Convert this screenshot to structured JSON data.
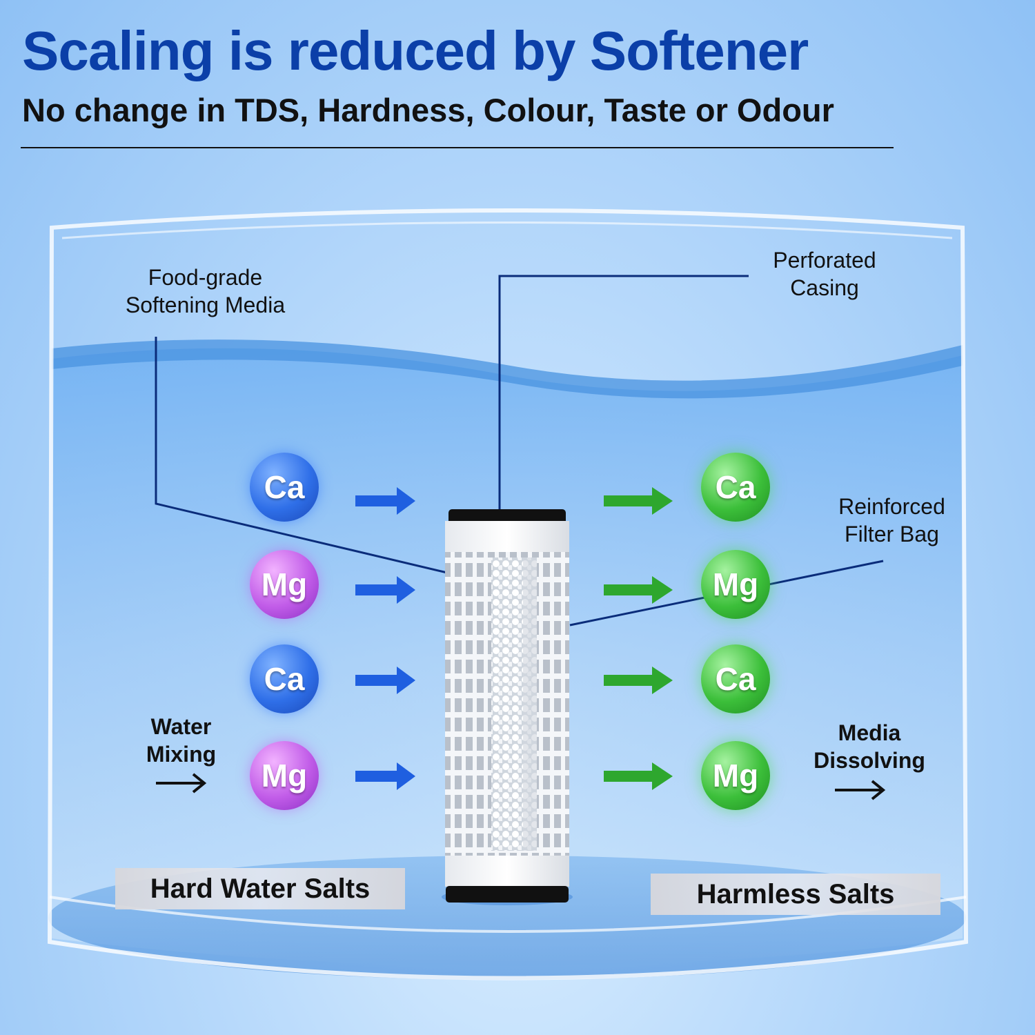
{
  "title": "Scaling is reduced by Softener",
  "subtitle": "No change in TDS, Hardness, Colour, Taste or Odour",
  "callouts": {
    "media": [
      "Food-grade",
      "Softening Media"
    ],
    "casing": [
      "Perforated",
      "Casing"
    ],
    "bag": [
      "Reinforced",
      "Filter Bag"
    ],
    "mixing": [
      "Water",
      "Mixing"
    ],
    "dissolving": [
      "Media",
      "Dissolving"
    ]
  },
  "ions_in": [
    "Ca",
    "Mg",
    "Ca",
    "Mg"
  ],
  "ions_out": [
    "Ca",
    "Mg",
    "Ca",
    "Mg"
  ],
  "labels": {
    "hard": "Hard Water Salts",
    "harmless": "Harmless Salts"
  },
  "colors": {
    "title": "#0b3fa8",
    "ion_ca_in": "#2f6fe8",
    "ion_mg_in": "#c15ce8",
    "ion_out": "#3cbf3a",
    "arrow_in": "#1f5fe0",
    "arrow_out": "#2ea72e"
  }
}
